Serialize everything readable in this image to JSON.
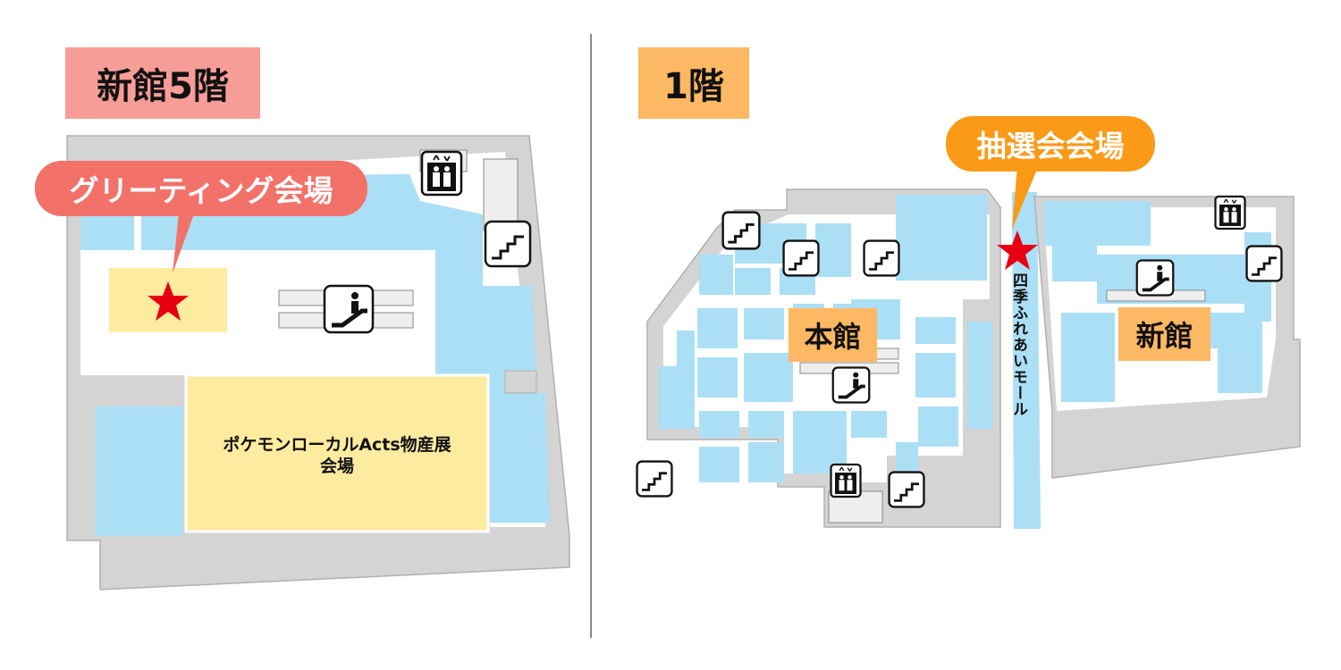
{
  "left_map": {
    "heading": "新館5階",
    "heading_color": "#f79d97",
    "callout": "グリーティング会場",
    "callout_color": "#f27169",
    "event_room_label": "ポケモンローカルActs物産展\n会場"
  },
  "right_map": {
    "heading": "1階",
    "heading_color": "#fdb863",
    "callout": "抽選会会場",
    "callout_color": "#fb9a17",
    "main_building_label": "本館",
    "new_building_label": "新館",
    "mall_label": "四季ふれあいモール"
  },
  "colors": {
    "floor_gray": "#d4d4d4",
    "corridor": "#ffffff",
    "shop_blue": "#abdff6",
    "venue_yellow": "#fdeba0",
    "marker_red": "#e60012",
    "divider": "#888888"
  },
  "icons": [
    "elevator-icon",
    "stairs-icon",
    "escalator-icon",
    "star-marker-icon"
  ]
}
